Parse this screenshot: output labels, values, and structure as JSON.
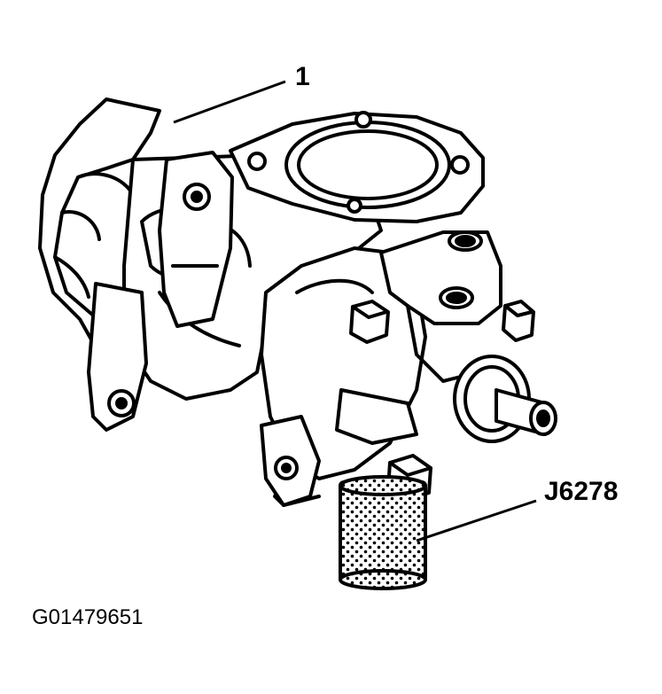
{
  "callouts": {
    "part_label": "1",
    "tool_label": "J6278"
  },
  "figure_id": "G01479651",
  "colors": {
    "line": "#000000",
    "fill": "#ffffff"
  }
}
